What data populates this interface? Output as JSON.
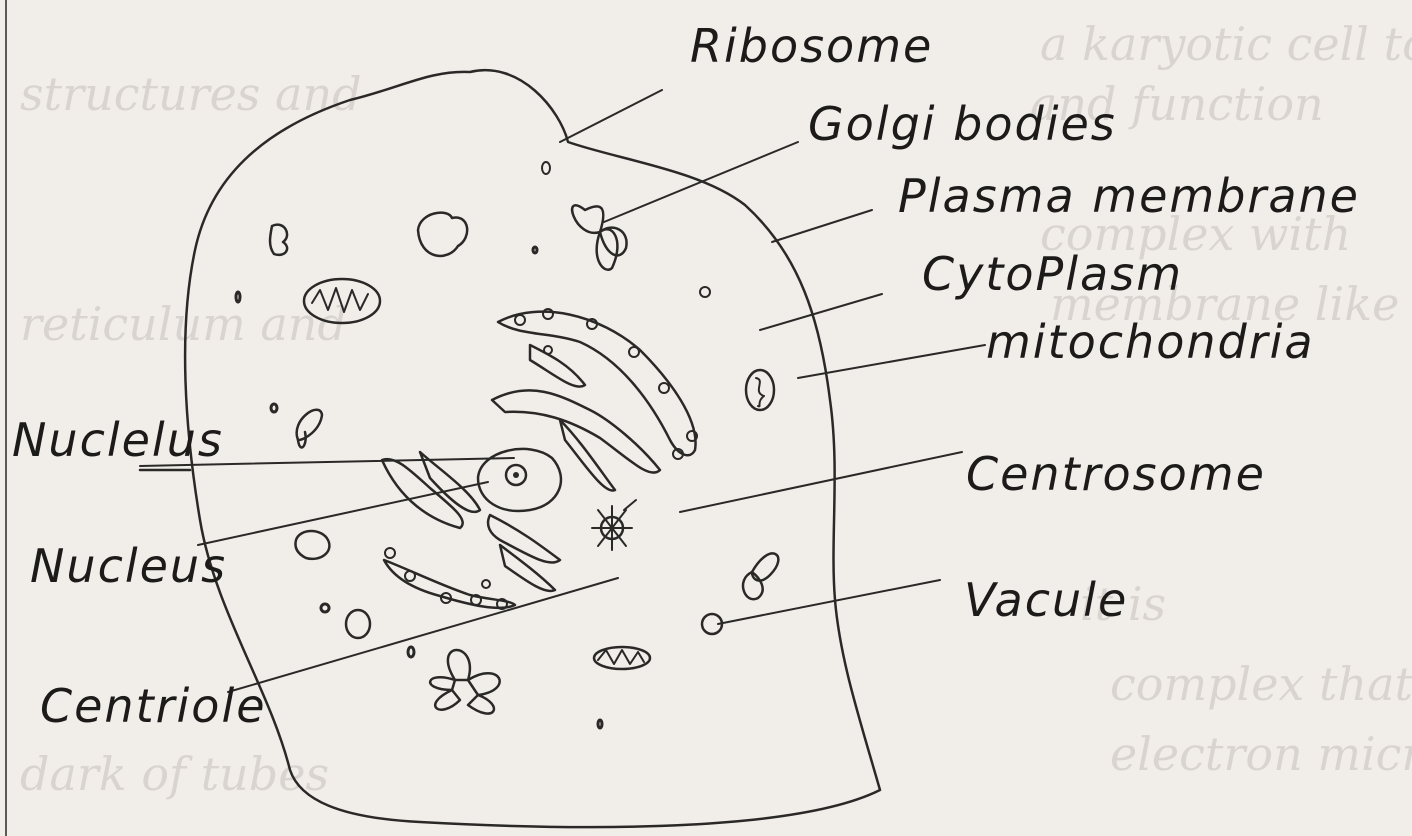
{
  "labels": {
    "ribosome": "Ribosome",
    "golgi_bodies": "Golgi bodies",
    "plasma_membrane": "Plasma membrane",
    "cytoplasm": "CytoPlasm",
    "mitochondria": "mitochondria",
    "nucleolus": "Nuclelus",
    "nucleus": "Nucleus",
    "centrosome": "Centrosome",
    "centriole": "Centriole",
    "vacuole": "Vacule"
  },
  "colors": {
    "paper": "#f1eeea",
    "ink": "#2a2928",
    "bleed_through": "#d9d4cf"
  }
}
